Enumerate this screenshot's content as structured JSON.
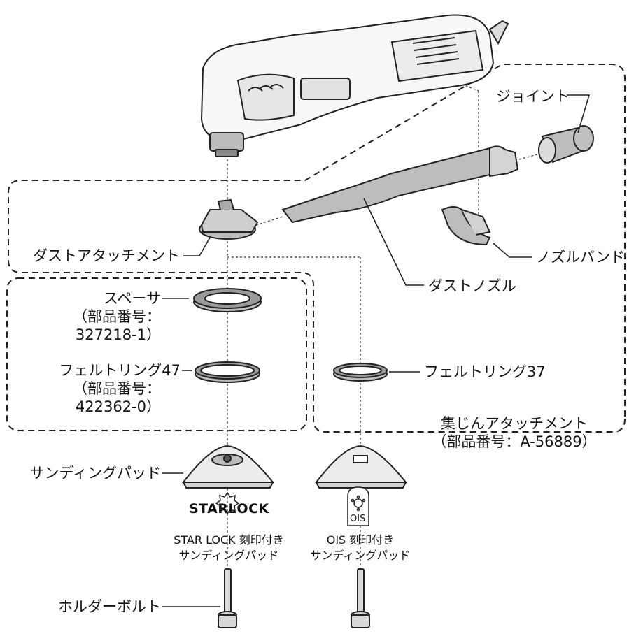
{
  "labels": {
    "joint": "ジョイント",
    "dust_attachment": "ダストアタッチメント",
    "nozzle_band": "ノズルバンド",
    "dust_nozzle": "ダストノズル",
    "spacer": "スペーサ",
    "spacer_part_l1": "（部品番号：",
    "spacer_part_l2": "327218-1）",
    "felt47": "フェルトリング47",
    "felt47_part_l1": "（部品番号：",
    "felt47_part_l2": "422362-0）",
    "felt37": "フェルトリング37",
    "dust_set_l1": "集じんアタッチメント",
    "dust_set_l2": "（部品番号：A-56889）",
    "sanding_pad": "サンディングパッド",
    "starlock_logo": "STARLOCK",
    "ois_logo": "OIS",
    "starlock_caption_l1": "STAR LOCK 刻印付き",
    "starlock_caption_l2": "サンディングパッド",
    "ois_caption_l1": "OIS 刻印付き",
    "ois_caption_l2": "サンディングパッド",
    "holder_bolt": "ホルダーボルト"
  },
  "colors": {
    "line": "#222222",
    "part_fill": "#e9e9e9",
    "part_dark": "#9a9a9a",
    "nozzle_fill": "#bdbdbd"
  }
}
